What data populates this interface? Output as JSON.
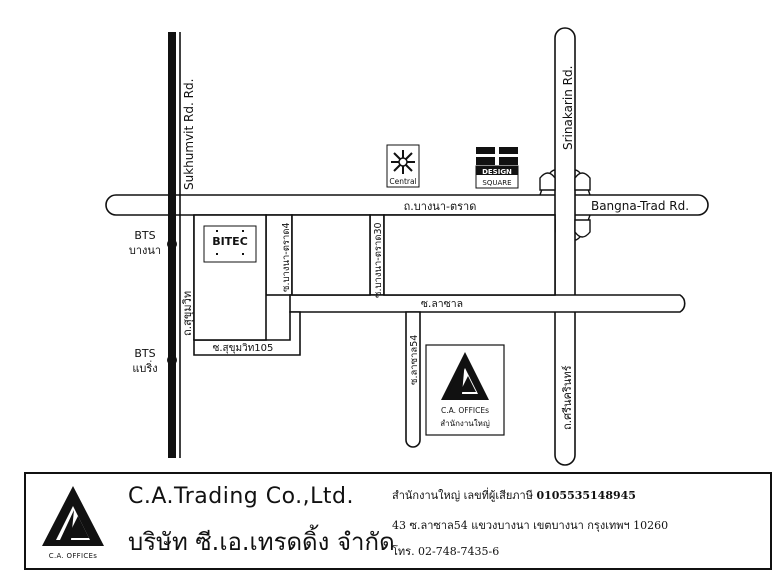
{
  "roads": {
    "sukhumvit_en": "Sukhumvit Rd. Rd.",
    "srinakarin_en": "Srinakarin Rd.",
    "bangna_trad_th": "ถ.บางนา-ตราด",
    "bangna_trad_en": "Bangna-Trad Rd.",
    "soi_bangna_trad_4": "ซ.บางนา-ตราด4",
    "soi_bangna_trad_30": "ซ.บางนา-ตราด30",
    "soi_lasalle": "ซ.ลาซาล",
    "soi_lasalle_54": "ซ.ลาซาล54",
    "sukhumvit_th": "ถ.สุขุมวิท",
    "soi_sukhumvit_105": "ซ.สุขุมวิท105",
    "srinakarin_th": "ถ.ศรีนครินทร์"
  },
  "stations": {
    "bangna": {
      "line1": "BTS",
      "line2": "บางนา"
    },
    "bearing": {
      "line1": "BTS",
      "line2": "แบริ่ง"
    }
  },
  "landmarks": {
    "bitec": "BITEC",
    "central": "Central",
    "design_square_1": "DESIGN",
    "design_square_2": "SQUARE"
  },
  "office_box": {
    "caption": "C.A. OFFICEs",
    "subcaption": "สำนักงานใหญ่"
  },
  "footer": {
    "logo_caption": "C.A. OFFICEs",
    "company_en": "C.A.Trading Co.,Ltd.",
    "company_th": "บริษัท ซี.เอ.เทรดดิ้ง จำกัด",
    "info_line1_label": "สำนักงานใหญ่ เลขที่ผู้เสียภาษี",
    "info_line1_tax": "0105535148945",
    "info_line2": "43 ซ.ลาซาล54 แขวงบางนา เขตบางนา กรุงเทพฯ 10260",
    "info_line3": "โทร. 02-748-7435-6"
  },
  "colors": {
    "ink": "#111111",
    "paper": "#ffffff"
  }
}
